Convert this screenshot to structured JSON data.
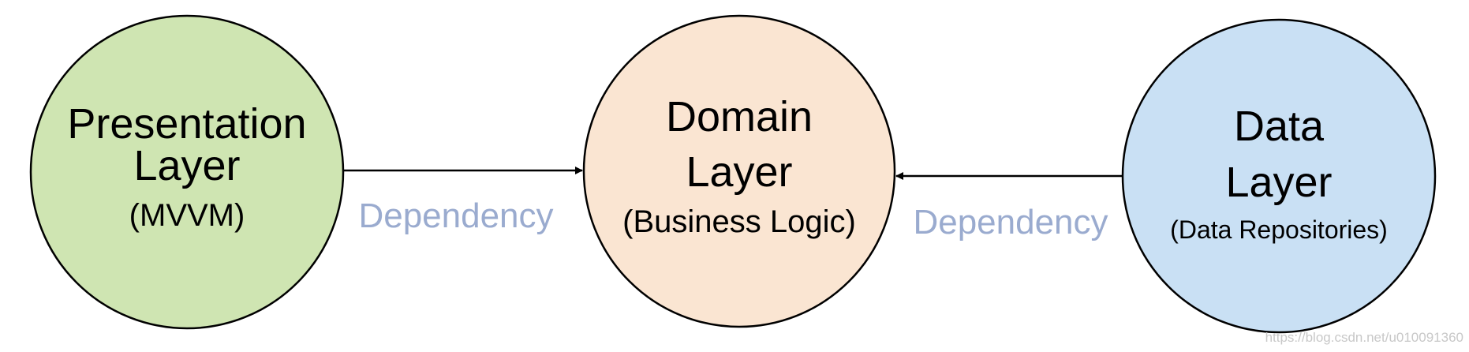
{
  "nodes": {
    "presentation": {
      "title_line1": "Presentation",
      "title_line2": "Layer",
      "subtitle": "(MVVM)",
      "fill_color": "#cfe5b2"
    },
    "domain": {
      "title_line1": "Domain",
      "title_line2": "Layer",
      "subtitle": "(Business Logic)",
      "fill_color": "#fae5d2"
    },
    "data": {
      "title_line1": "Data",
      "title_line2": "Layer",
      "subtitle": "(Data Repositories)",
      "fill_color": "#c9e0f4"
    }
  },
  "edges": [
    {
      "from": "presentation",
      "to": "domain",
      "label": "Dependency"
    },
    {
      "from": "data",
      "to": "domain",
      "label": "Dependency"
    }
  ],
  "colors": {
    "dependency_label": "#9aabcf",
    "stroke": "#000000"
  },
  "watermark": "https://blog.csdn.net/u010091360"
}
